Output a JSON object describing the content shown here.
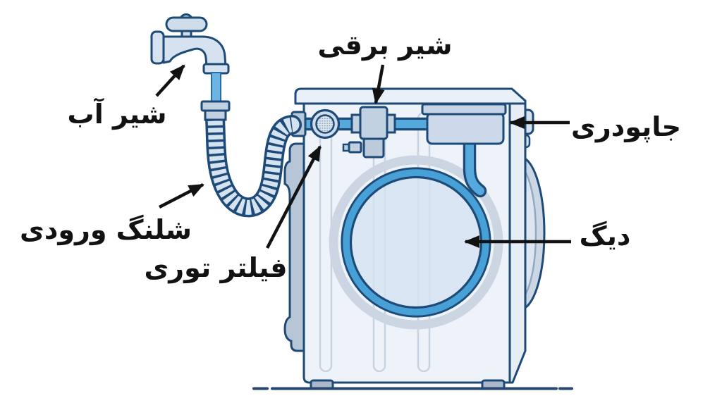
{
  "diagram": {
    "labels": {
      "water_tap": "شیر آب",
      "solenoid_valve": "شیر برقی",
      "detergent_drawer": "جاپودری",
      "inlet_hose": "شلنگ ورودی",
      "mesh_filter": "فیلتر توری",
      "tub": "دیگ"
    },
    "colors": {
      "outline": "#1e4a78",
      "pipe_blue": "#56a9dc",
      "drum_ring_blue": "#47a0d6",
      "water_blue": "#6cb5e3",
      "body_fill": "#edf3f9",
      "panel_seam": "#c8d3e0",
      "metal_gray": "#c2d1e1",
      "slab_gray": "#b7c6d7",
      "detergent_box_fill": "#cbd9ea",
      "label_text": "#121212",
      "background": "#ffffff"
    }
  }
}
